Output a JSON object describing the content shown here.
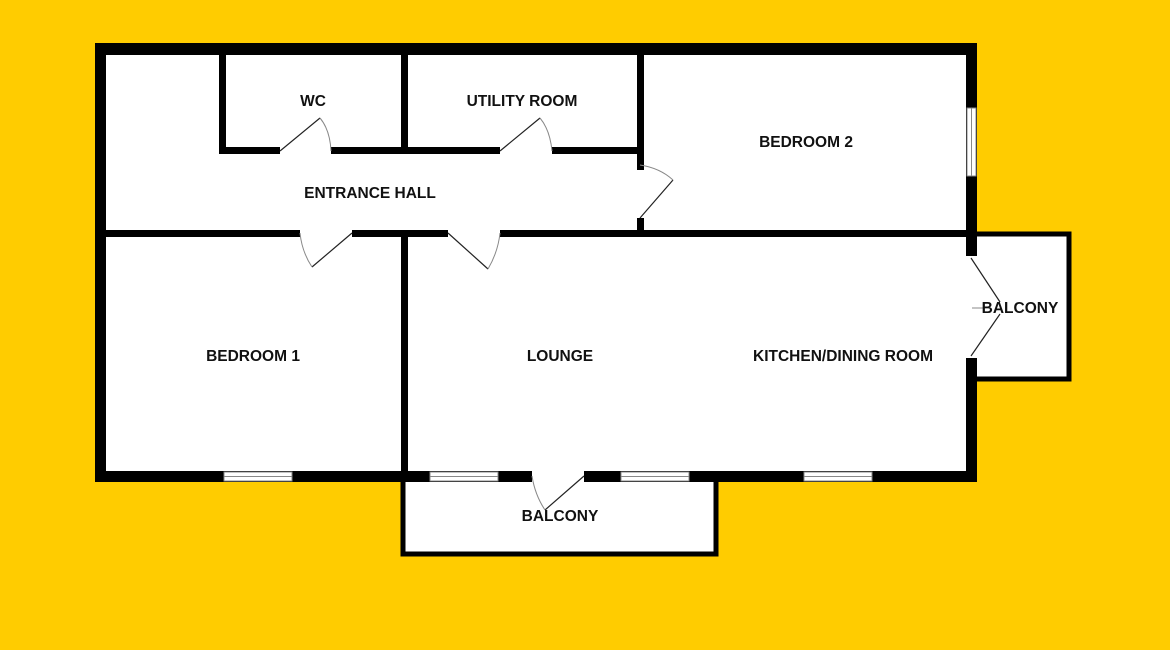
{
  "colors": {
    "background": "#FFCC00",
    "wall": "#000000",
    "floor": "#FFFFFF"
  },
  "rooms": {
    "wc": "WC",
    "utility": "UTILITY ROOM",
    "bedroom2": "BEDROOM 2",
    "hall": "ENTRANCE HALL",
    "bedroom1": "BEDROOM 1",
    "lounge": "LOUNGE",
    "kitchen": "KITCHEN/DINING ROOM",
    "balcony_right": "BALCONY",
    "balcony_bottom": "BALCONY"
  }
}
